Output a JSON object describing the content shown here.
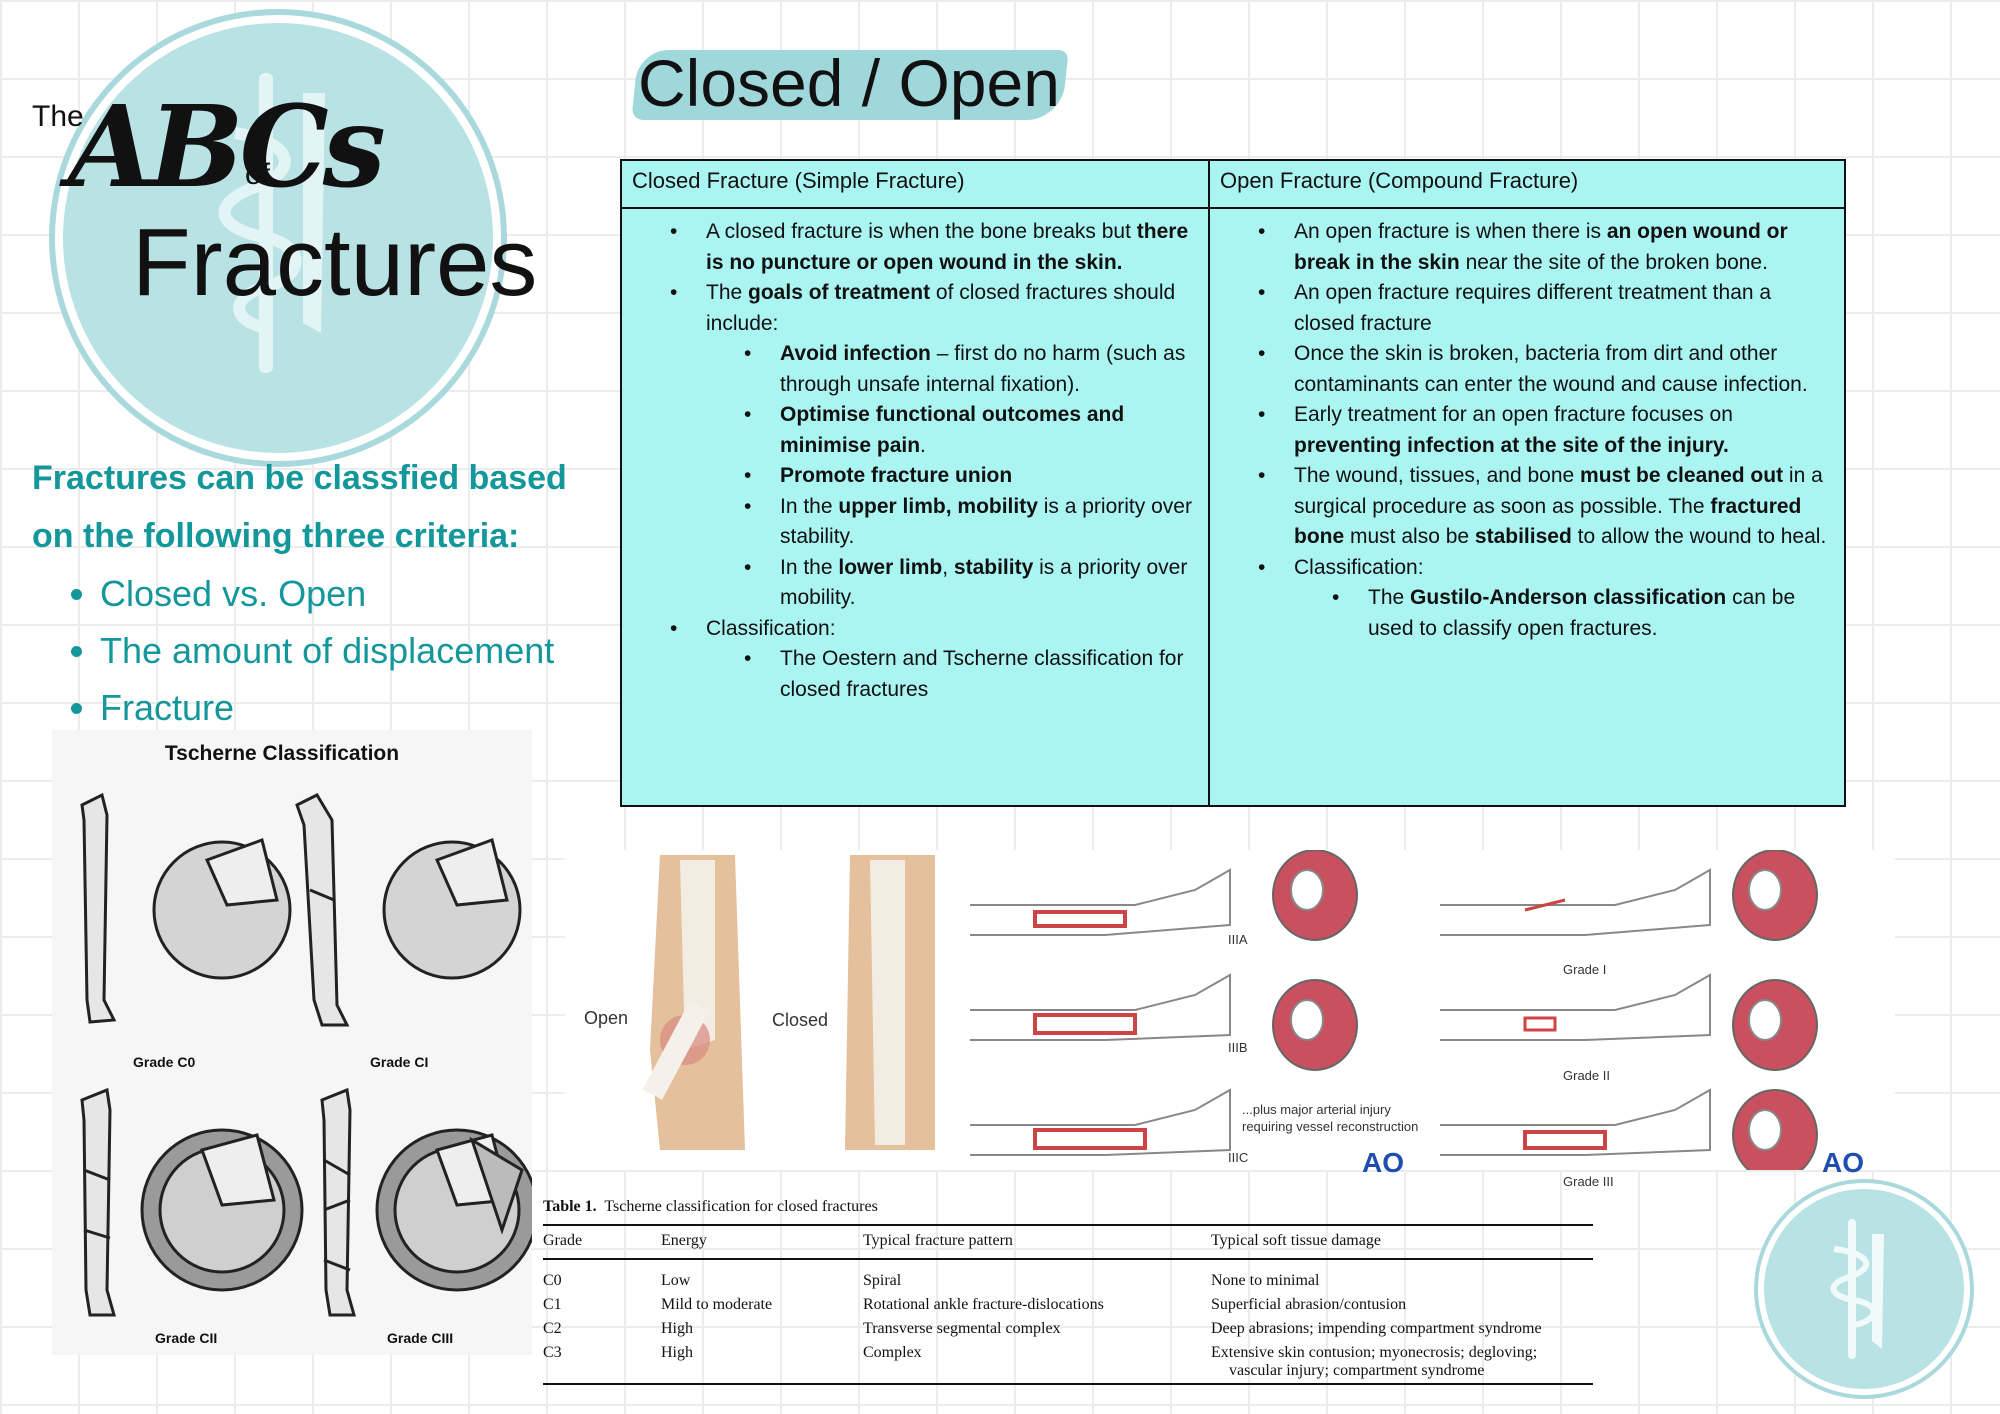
{
  "logo": {
    "the": "The",
    "abcs": "ABCs",
    "of": "of",
    "fractures": "Fractures"
  },
  "title": "Closed / Open",
  "criteria": {
    "heading": "Fractures can be classfied based on the following three criteria:",
    "items": [
      "Closed vs. Open",
      "The amount of displacement",
      "Fracture"
    ]
  },
  "compare": {
    "closed_header": "Closed Fracture (Simple Fracture)",
    "open_header": "Open Fracture (Compound Fracture)",
    "closed": {
      "b1_a": "A closed fracture is when the bone breaks but ",
      "b1_b": "there is no puncture or open wound in the skin.",
      "b2_a": "The ",
      "b2_b": "goals of treatment",
      "b2_c": " of closed fractures should include:",
      "s1_b": "Avoid infection",
      "s1_c": " – first do no harm (such as through unsafe internal fixation).",
      "s2_b": "Optimise functional outcomes and minimise pain",
      "s2_c": ".",
      "s3_b": "Promote fracture union",
      "s4_a": "In the ",
      "s4_b": "upper limb, mobility",
      "s4_c": " is a priority over stability.",
      "s5_a": "In the ",
      "s5_b": "lower limb",
      "s5_c": ", ",
      "s5_d": "stability",
      "s5_e": " is a priority over mobility.",
      "b3": "Classification:",
      "s6": "The Oestern and Tscherne classification for closed fractures"
    },
    "open": {
      "b1_a": "An open fracture is when there is ",
      "b1_b": "an open wound or break in the skin",
      "b1_c": " near the site of the broken bone.",
      "b2": "An open fracture requires different treatment than a closed fracture",
      "b3": "Once the skin is broken, bacteria from dirt and other contaminants can enter the wound and cause infection.",
      "b4_a": "Early treatment for an open fracture focuses on ",
      "b4_b": "preventing infection at the site of the injury.",
      "b5_a": "The wound, tissues, and bone ",
      "b5_b": "must be cleaned out",
      "b5_c": " in a surgical procedure as soon as possible. The ",
      "b5_d": "fractured bone",
      "b5_e": " must also be ",
      "b5_f": "stabilised",
      "b5_g": " to allow the wound to heal.",
      "b6": "Classification:",
      "s1_a": "The ",
      "s1_b": "Gustilo-Anderson classification",
      "s1_c": " can be used to classify open fractures."
    }
  },
  "tscherne_image": {
    "title": "Tscherne Classification",
    "grades": [
      "Grade C0",
      "Grade CI",
      "Grade CII",
      "Grade CIII"
    ]
  },
  "open_closed_image": {
    "open_label": "Open",
    "closed_label": "Closed"
  },
  "ao_image": {
    "labels_a": [
      "IIIA",
      "IIIB",
      "IIIC"
    ],
    "arterial_note_1": "...plus major arterial injury",
    "arterial_note_2": "requiring vessel reconstruction",
    "labels_b": [
      "Grade I",
      "Grade II",
      "Grade III"
    ],
    "ao_logo": "AO",
    "colors": {
      "tissue": "#c8505f",
      "blue": "#3c55b4",
      "logo": "#1e4fb0"
    }
  },
  "table1": {
    "caption_bold": "Table 1.",
    "caption_rest": "Tscherne classification for closed fractures",
    "headers": [
      "Grade",
      "Energy",
      "Typical fracture pattern",
      "Typical soft tissue damage"
    ],
    "rows": [
      [
        "C0",
        "Low",
        "Spiral",
        "None to minimal"
      ],
      [
        "C1",
        "Mild to moderate",
        "Rotational ankle fracture-dislocations",
        "Superficial abrasion/contusion"
      ],
      [
        "C2",
        "High",
        "Transverse segmental complex",
        "Deep abrasions; impending compartment syndrome"
      ],
      [
        "C3",
        "High",
        "Complex",
        "Extensive skin contusion; myonecrosis; degloving;",
        "vascular injury; compartment syndrome"
      ]
    ]
  },
  "colors": {
    "teal": "#13979a",
    "cyan_table": "#aaf4f1",
    "logo_bg": "#b9e2e5"
  }
}
